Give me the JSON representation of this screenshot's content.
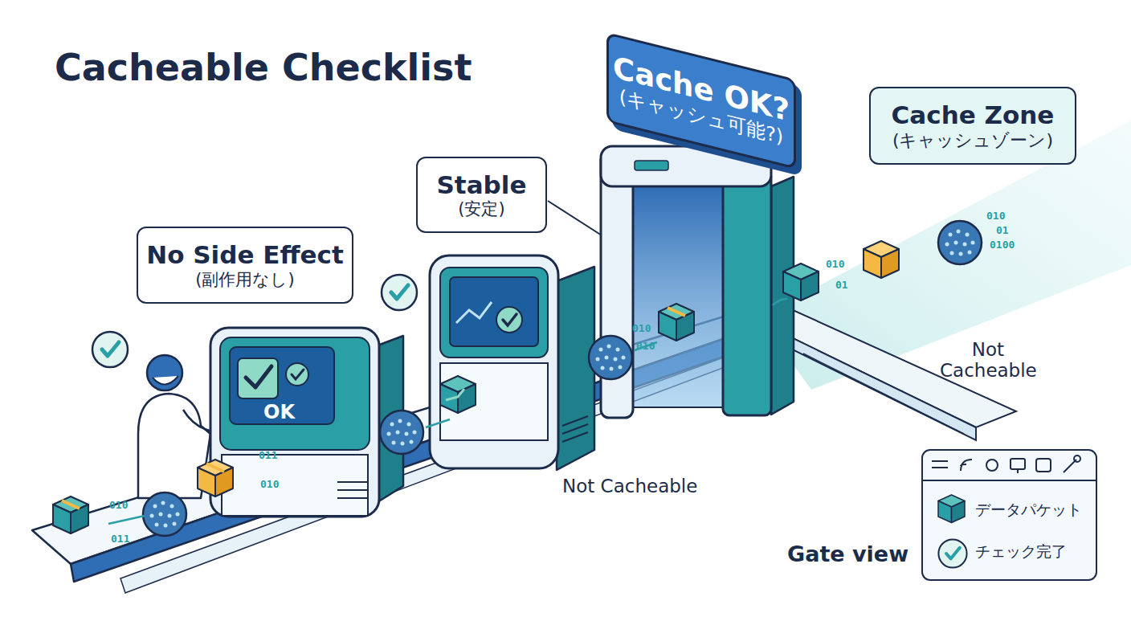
{
  "diagram": {
    "title": "Cacheable Checklist",
    "nodes": [
      {
        "text": [
          "No Side Effect",
          "(副作用なし)"
        ]
      },
      {
        "text": [
          "Stable",
          "(安定)"
        ]
      },
      {
        "text": [
          "Cache OK?",
          "(キャッシュ可能?)"
        ]
      },
      {
        "text": [
          "Cache Zone",
          "(キャッシュゾーン)"
        ]
      }
    ],
    "labels": [
      "OK",
      "Not Cacheable",
      "Not Cacheable",
      "Gate view",
      "010",
      "011",
      "011",
      "010",
      "010",
      "010",
      "010",
      "01",
      "010",
      "01",
      "0100"
    ],
    "legend": [
      {
        "text": "データパケット"
      },
      {
        "text": "チェック完了"
      }
    ]
  }
}
